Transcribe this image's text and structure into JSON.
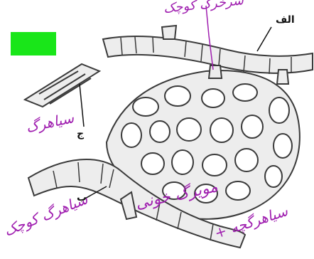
{
  "labels": {
    "alef": "الف",
    "be": "ب",
    "jim": "ج"
  },
  "annotations": {
    "top": "سرخرگ کوچک",
    "left_middle": "سیاهرگ",
    "bottom_left": "سیاهرگ کوچک",
    "bottom_center": "مویرگ خونی",
    "bottom_right": "+ سیاهرگچه"
  },
  "colors": {
    "vessel_fill": "#ededed",
    "vessel_stroke": "#3a3a3a",
    "ink": "#a020b0",
    "marker": "#19e619"
  }
}
